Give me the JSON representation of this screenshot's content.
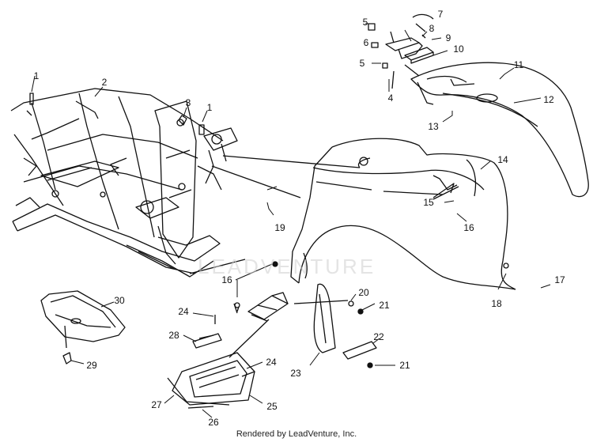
{
  "diagram": {
    "watermark": "LEADVENTURE",
    "footer": "Rendered by LeadVenture, Inc.",
    "callouts": [
      "1",
      "2",
      "3",
      "1",
      "4",
      "5",
      "5",
      "6",
      "7",
      "8",
      "9",
      "10",
      "11",
      "12",
      "13",
      "14",
      "15",
      "16",
      "16",
      "17",
      "18",
      "19",
      "20",
      "21",
      "21",
      "22",
      "23",
      "24",
      "24",
      "25",
      "26",
      "27",
      "28",
      "29",
      "30"
    ]
  }
}
